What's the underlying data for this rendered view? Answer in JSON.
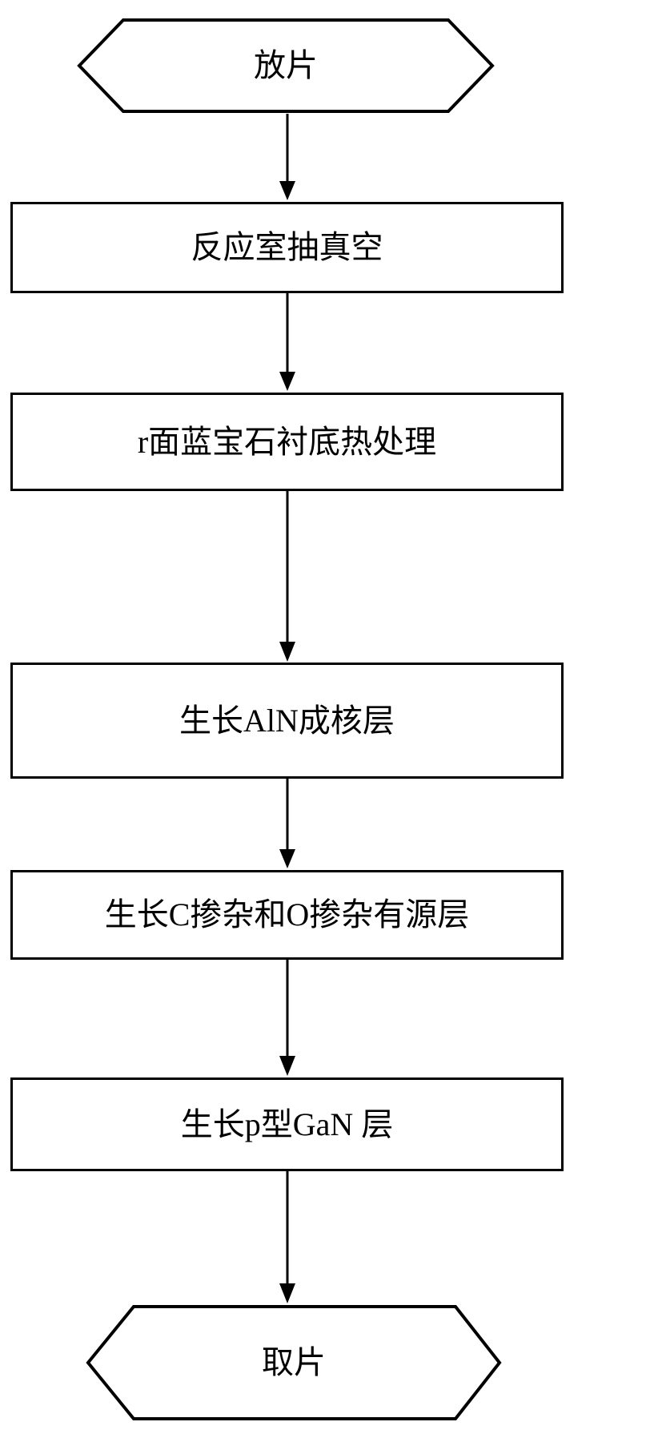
{
  "diagram": {
    "title": "GaN epitaxial growth process flowchart",
    "stroke_color": "#000000",
    "fill_color": "#ffffff",
    "background": "#ffffff",
    "nodes": [
      {
        "id": "start",
        "shape": "hexagon",
        "label": "放片"
      },
      {
        "id": "step1",
        "shape": "rectangle",
        "label": "反应室抽真空"
      },
      {
        "id": "step2",
        "shape": "rectangle",
        "label": "r面蓝宝石衬底热处理"
      },
      {
        "id": "step3",
        "shape": "rectangle",
        "label": "生长AlN成核层"
      },
      {
        "id": "step4",
        "shape": "rectangle",
        "label": "生长C掺杂和O掺杂有源层"
      },
      {
        "id": "step5",
        "shape": "rectangle",
        "label": "生长p型GaN 层"
      },
      {
        "id": "end",
        "shape": "hexagon",
        "label": "取片"
      }
    ],
    "edges": [
      {
        "from": "start",
        "to": "step1",
        "arrow": "down"
      },
      {
        "from": "step1",
        "to": "step2",
        "arrow": "down"
      },
      {
        "from": "step2",
        "to": "step3",
        "arrow": "down"
      },
      {
        "from": "step3",
        "to": "step4",
        "arrow": "down"
      },
      {
        "from": "step4",
        "to": "step5",
        "arrow": "down"
      },
      {
        "from": "step5",
        "to": "end",
        "arrow": "down"
      }
    ]
  }
}
